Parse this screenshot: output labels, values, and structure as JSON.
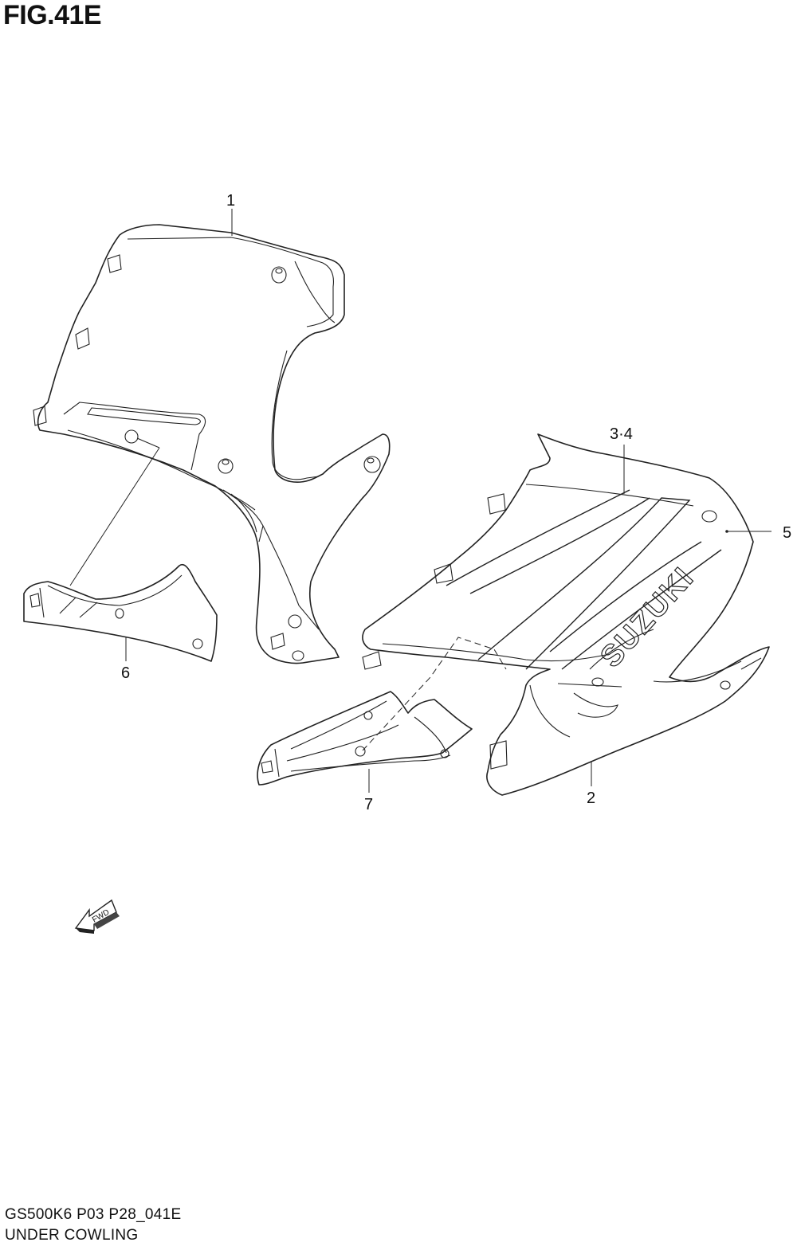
{
  "figure": {
    "title": "FIG.41E"
  },
  "callouts": [
    {
      "id": "1",
      "label": "1"
    },
    {
      "id": "2",
      "label": "2"
    },
    {
      "id": "3-4",
      "label": "3·4"
    },
    {
      "id": "5",
      "label": "5"
    },
    {
      "id": "6",
      "label": "6"
    },
    {
      "id": "7",
      "label": "7"
    }
  ],
  "decal": {
    "text": "SUZUKI"
  },
  "direction_arrow": {
    "label": "FWD",
    "icon": "forward-arrow-icon"
  },
  "footer": {
    "code": "GS500K6 P03 P28_041E",
    "name": "UNDER COWLING"
  }
}
